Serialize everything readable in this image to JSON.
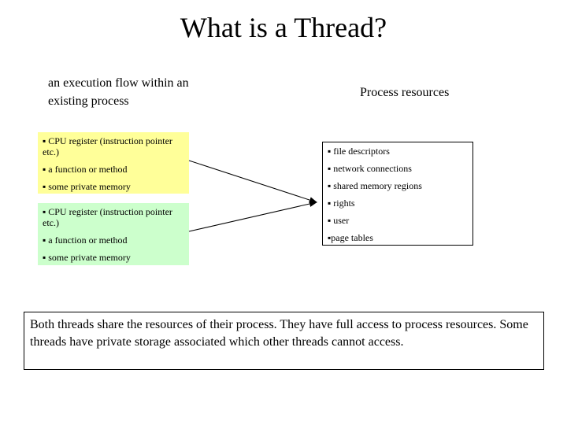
{
  "title": "What is a Thread?",
  "left_label": "an execution flow within an existing process",
  "right_label": "Process resources",
  "threads": [
    {
      "color": "#ffff99",
      "items": [
        "▪ CPU register (instruction pointer etc.)",
        "▪ a function or method",
        "▪ some private memory"
      ]
    },
    {
      "color": "#ccffcc",
      "items": [
        "▪ CPU register (instruction pointer etc.)",
        "▪ a function or method",
        "▪ some private memory"
      ]
    }
  ],
  "resources": [
    "▪ file descriptors",
    "▪ network connections",
    "▪ shared memory regions",
    "▪ rights",
    "▪ user",
    "▪page tables"
  ],
  "note": "Both threads share the resources of their process. They have full access to process resources. Some threads have private storage associated which other threads cannot access."
}
